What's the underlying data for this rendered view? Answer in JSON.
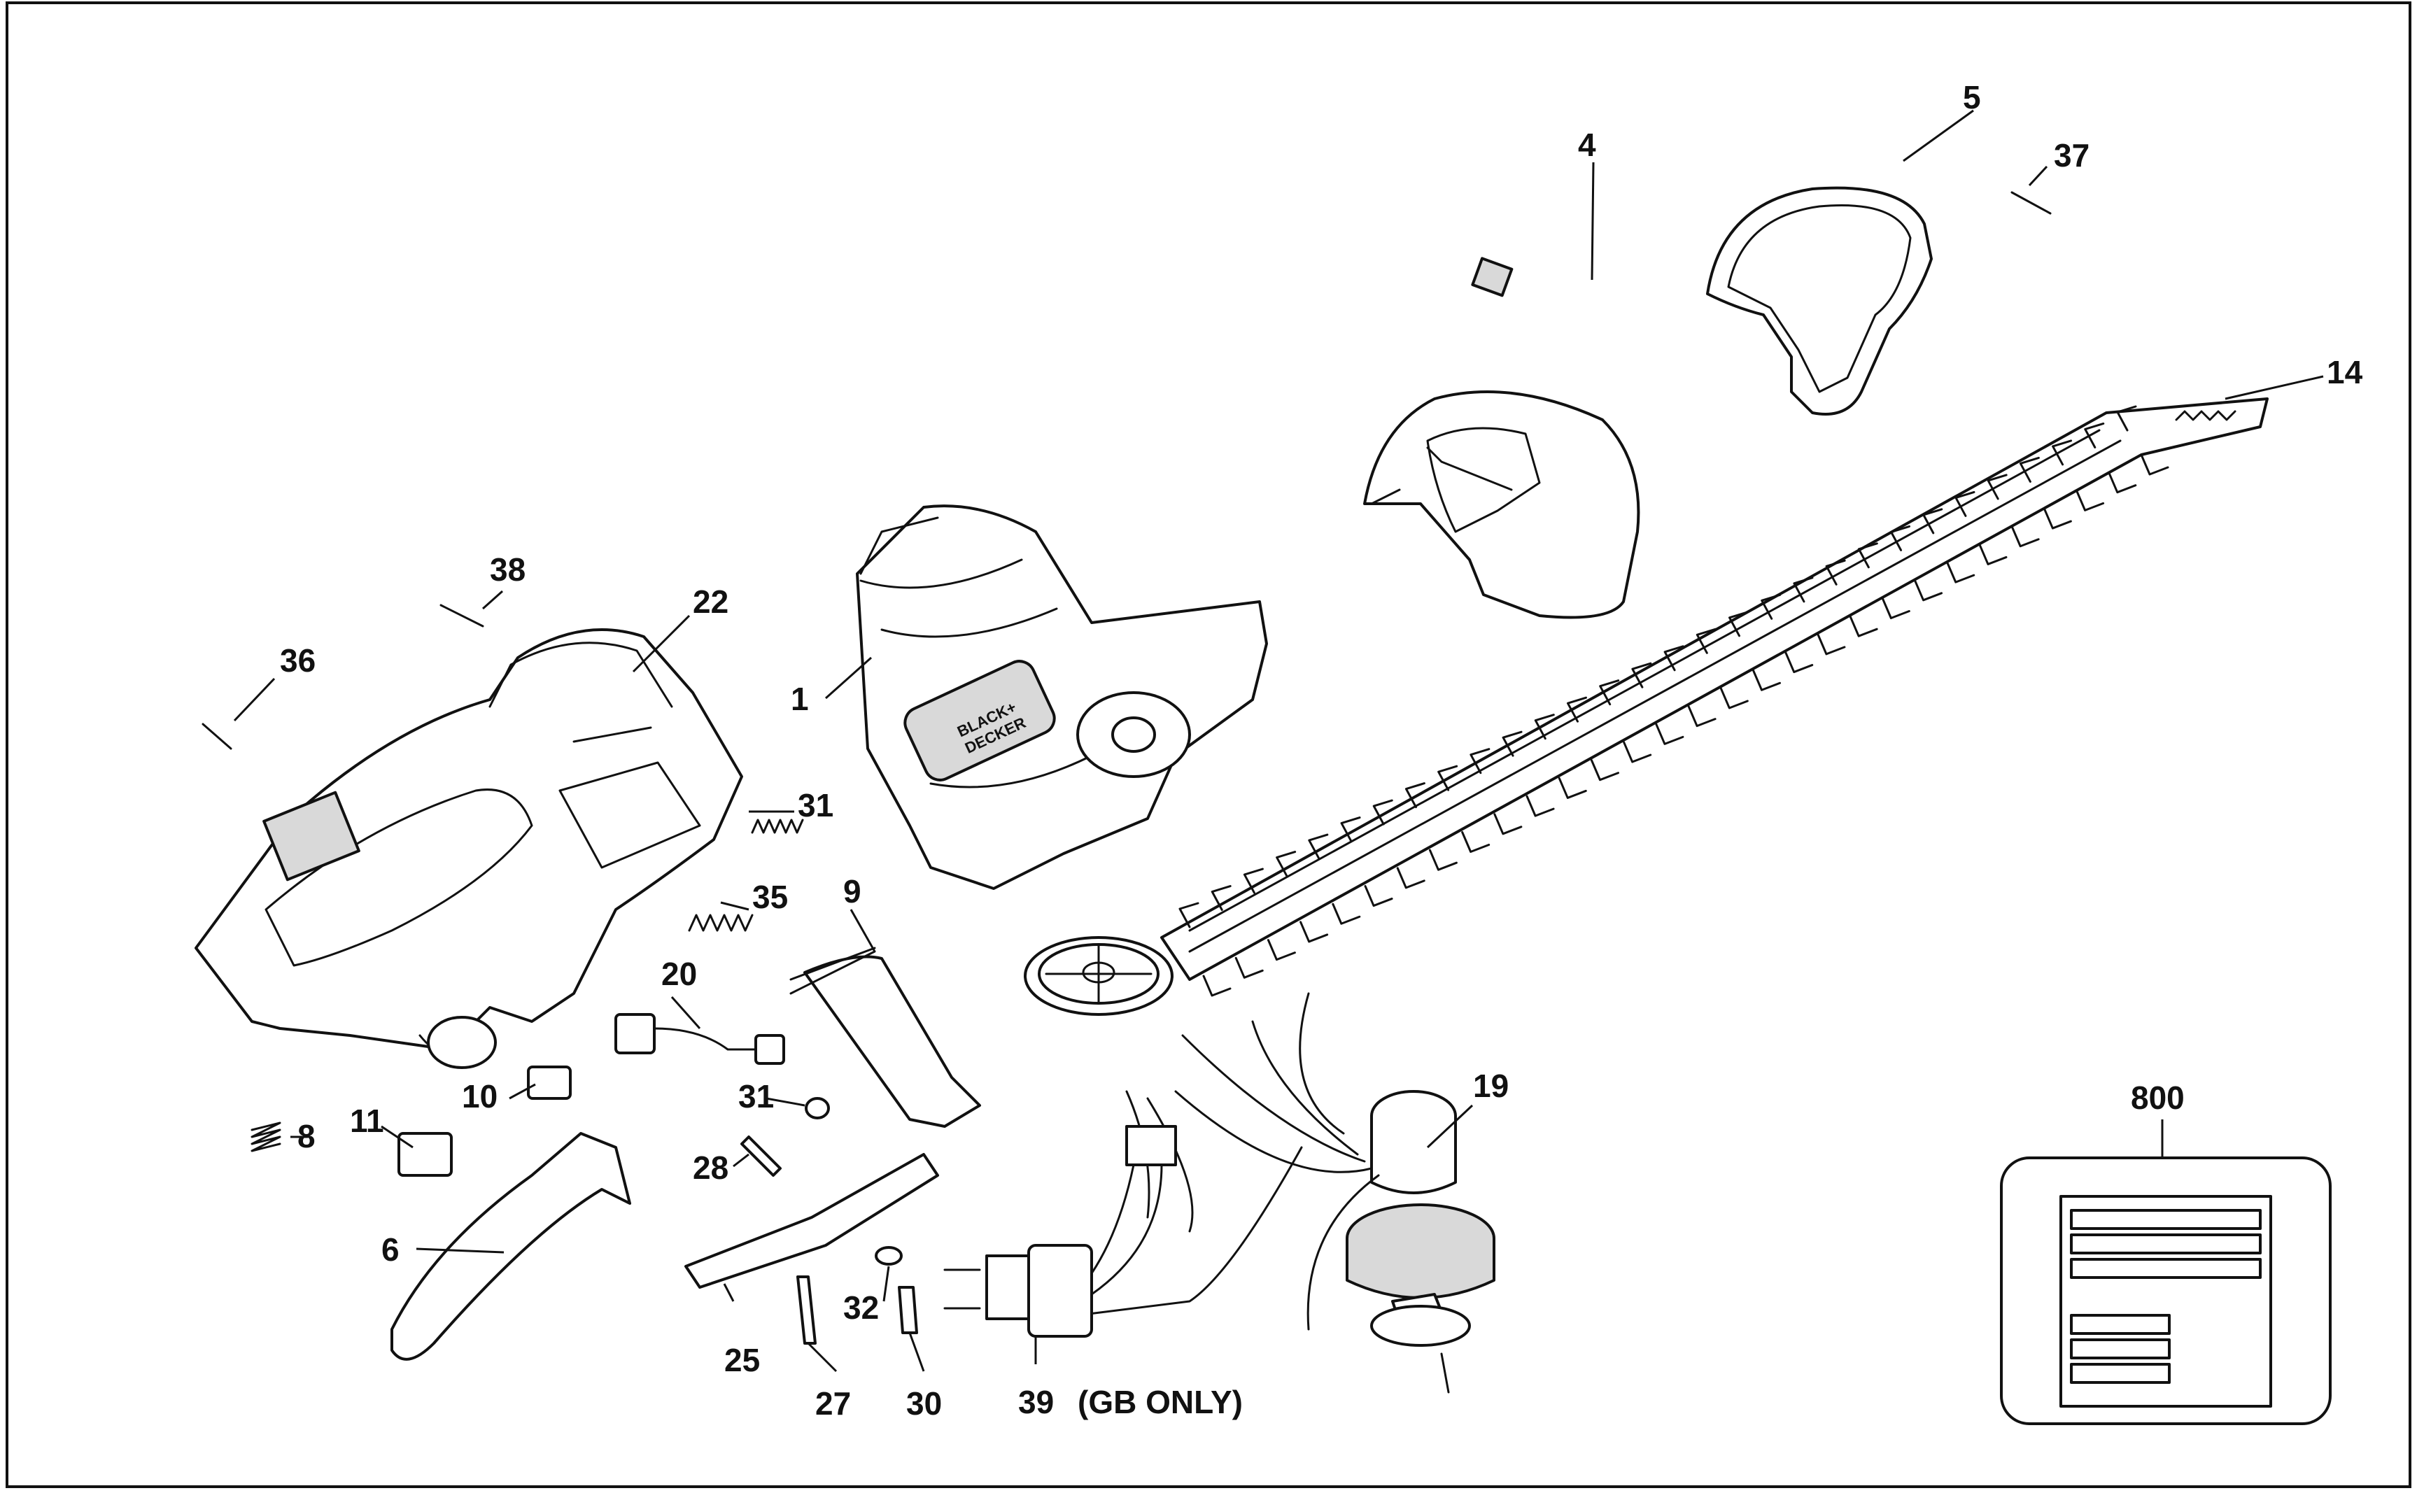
{
  "diagram": {
    "callouts": {
      "c1": "1",
      "c4": "4",
      "c5": "5",
      "c6": "6",
      "c8": "8",
      "c9": "9",
      "c10": "10",
      "c11": "11",
      "c14": "14",
      "c19": "19",
      "c20": "20",
      "c22": "22",
      "c25": "25",
      "c27": "27",
      "c28": "28",
      "c30": "30",
      "c31a": "31",
      "c31b": "31",
      "c32": "32",
      "c35": "35",
      "c36": "36",
      "c37": "37",
      "c38": "38",
      "c39": "39",
      "c800": "800"
    },
    "gb_only": "(GB ONLY)",
    "brand_text_line1": "BLACK+",
    "brand_text_line2": "DECKER"
  }
}
